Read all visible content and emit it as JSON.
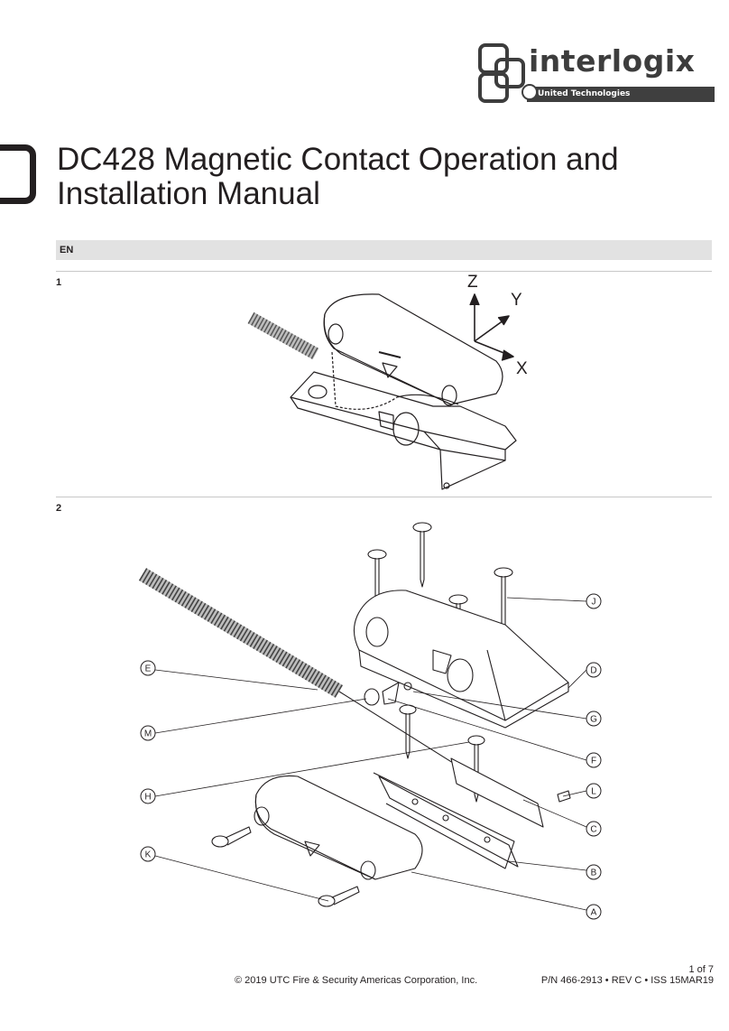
{
  "header": {
    "brand": "interlogix",
    "brand_sub": "United Technologies"
  },
  "document": {
    "title_line1": "DC428 Magnetic Contact Operation and",
    "title_line2": "Installation Manual",
    "language": "EN"
  },
  "figure1": {
    "number": "1",
    "axes": [
      "Z",
      "Y",
      "X"
    ]
  },
  "figure2": {
    "number": "2",
    "callouts": [
      "J",
      "E",
      "D",
      "M",
      "G",
      "F",
      "L",
      "H",
      "C",
      "K",
      "B",
      "A"
    ]
  },
  "footer": {
    "page": "1 of 7",
    "copyright": "© 2019 UTC Fire & Security Americas Corporation, Inc.",
    "part_number": "P/N 466-2913 • REV C • ISS 15MAR19"
  },
  "colors": {
    "ink": "#231f20",
    "band": "#e2e2e2",
    "logo": "#3d3d3d"
  }
}
